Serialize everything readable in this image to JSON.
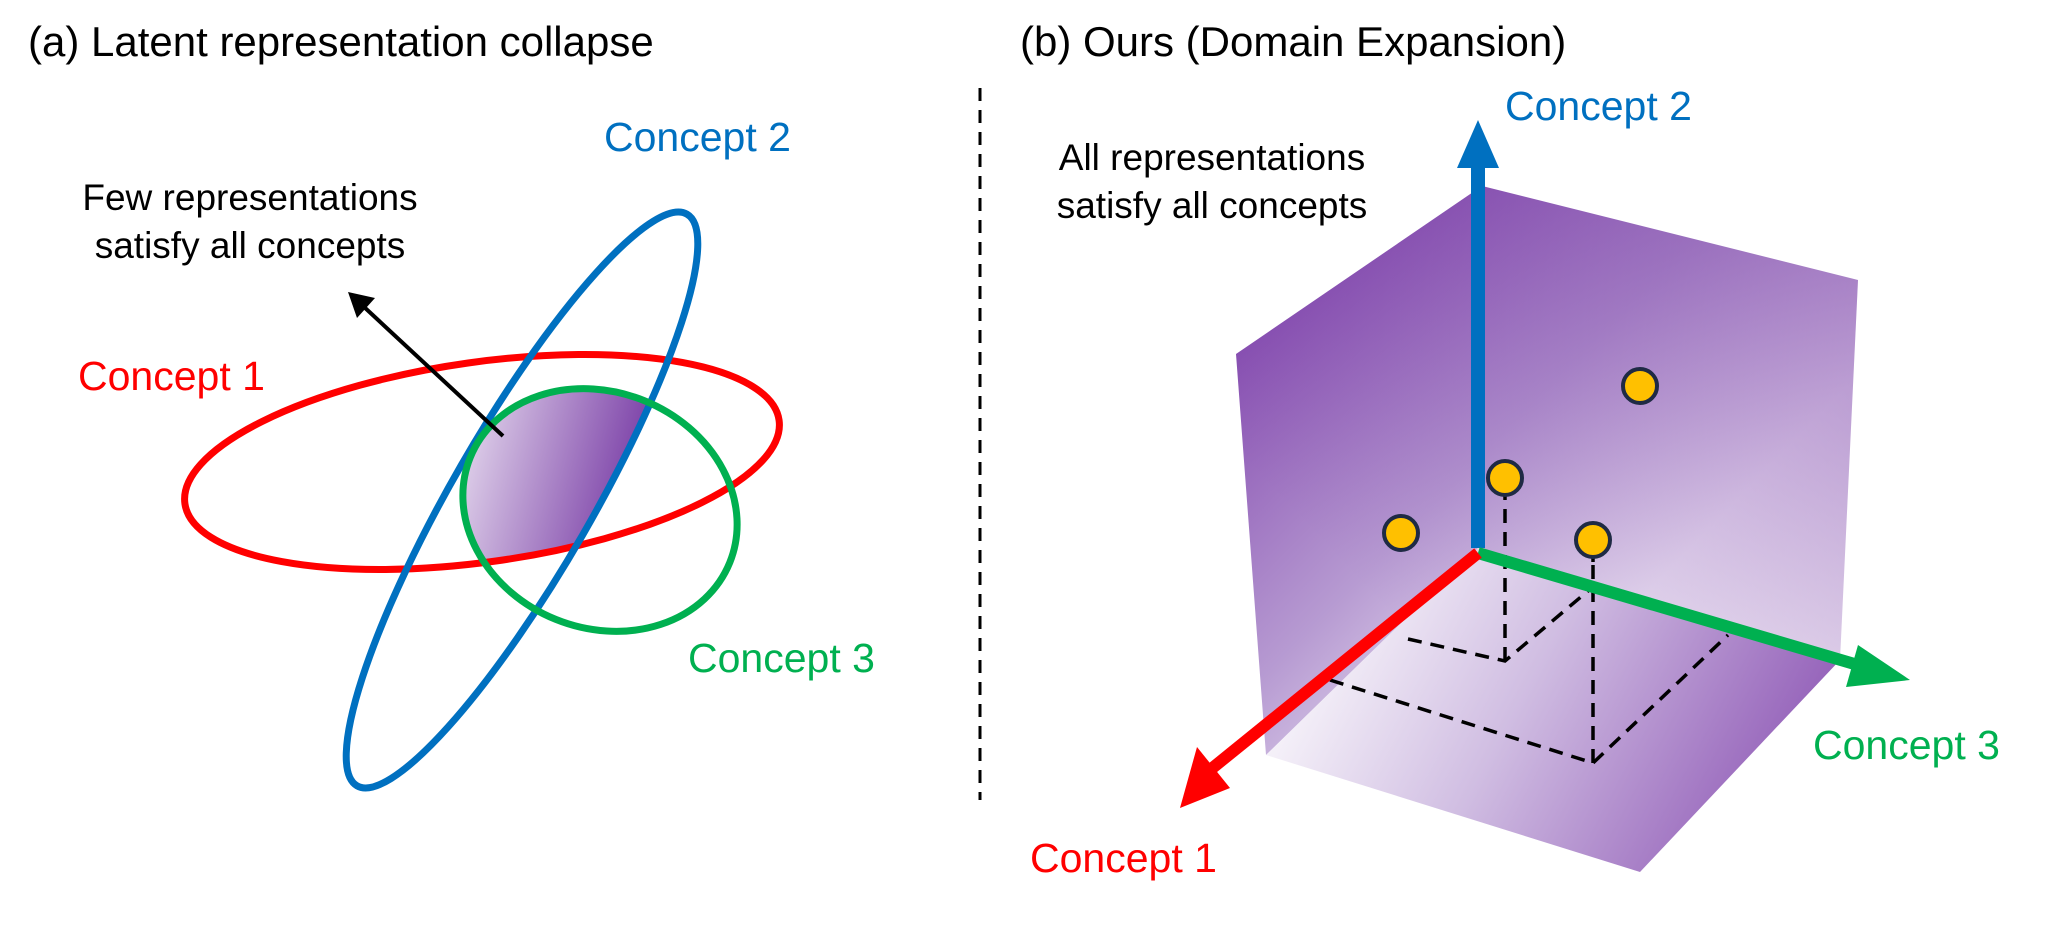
{
  "panel_a": {
    "title": "(a) Latent representation collapse",
    "annotation_line1": "Few representations",
    "annotation_line2": "satisfy all concepts",
    "concept1": "Concept 1",
    "concept2": "Concept 2",
    "concept3": "Concept 3"
  },
  "panel_b": {
    "title": "(b) Ours (Domain Expansion)",
    "annotation_line1": "All representations",
    "annotation_line2": "satisfy all concepts",
    "concept1": "Concept 1",
    "concept2": "Concept 2",
    "concept3": "Concept 3"
  },
  "colors": {
    "concept1": "#ff0000",
    "concept2": "#0070c0",
    "concept3": "#00b050",
    "region": "#7030a0",
    "point_fill": "#ffc000",
    "point_stroke": "#1f2a44",
    "text": "#000000"
  },
  "icons": {
    "point": "circle",
    "arrow": "triangle-head"
  }
}
